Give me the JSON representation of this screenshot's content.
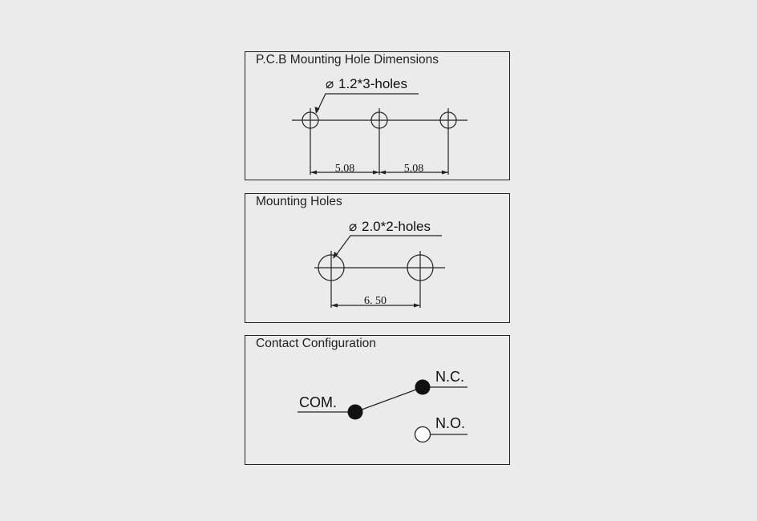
{
  "colors": {
    "background": "#ebebeb",
    "line": "#222222",
    "contact_fill": "#111111"
  },
  "panels": {
    "pcb": {
      "title": "P.C.B Mounting Hole Dimensions",
      "hole_label": "1.2*3-holes",
      "diameter_symbol": "⌀",
      "spacing_1": "5.08",
      "spacing_2": "5.08"
    },
    "mounting": {
      "title": "Mounting Holes",
      "hole_label": "2.0*2-holes",
      "diameter_symbol": "⌀",
      "spacing": "6. 50"
    },
    "contact": {
      "title": "Contact Configuration",
      "com_label": "COM.",
      "nc_label": "N.C.",
      "no_label": "N.O."
    }
  }
}
